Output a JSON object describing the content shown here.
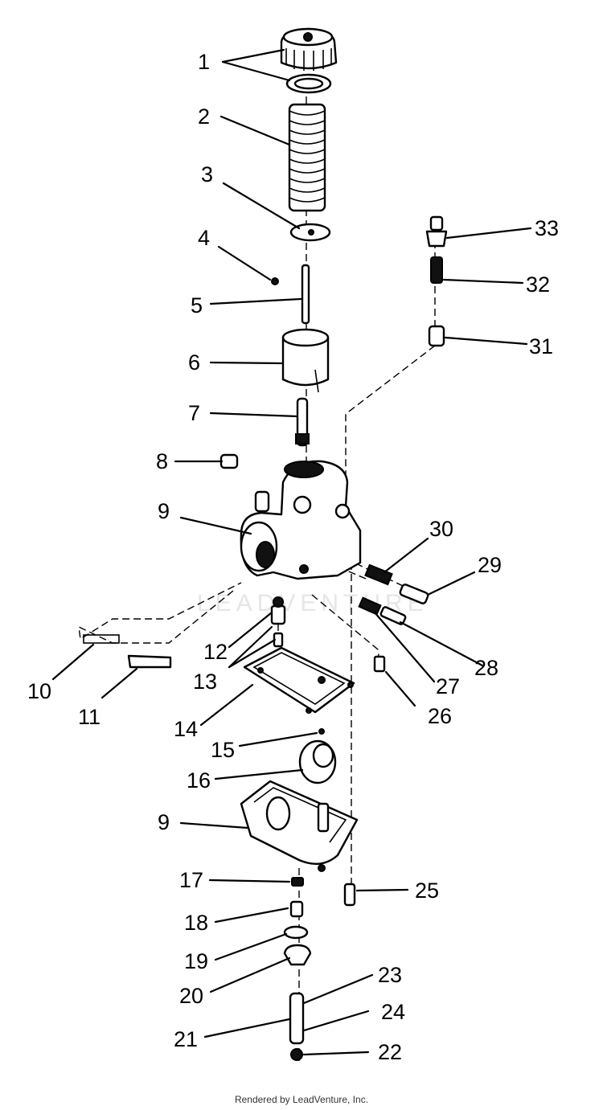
{
  "callouts": [
    "1",
    "2",
    "3",
    "4",
    "5",
    "6",
    "7",
    "8",
    "9",
    "10",
    "11",
    "12",
    "13",
    "14",
    "15",
    "16",
    "17",
    "18",
    "19",
    "20",
    "21",
    "22",
    "23",
    "24",
    "25",
    "26",
    "27",
    "28",
    "29",
    "30",
    "31",
    "32",
    "33"
  ],
  "watermark": "LEADVENTURE",
  "footer": "Rendered by LeadVenture, Inc."
}
